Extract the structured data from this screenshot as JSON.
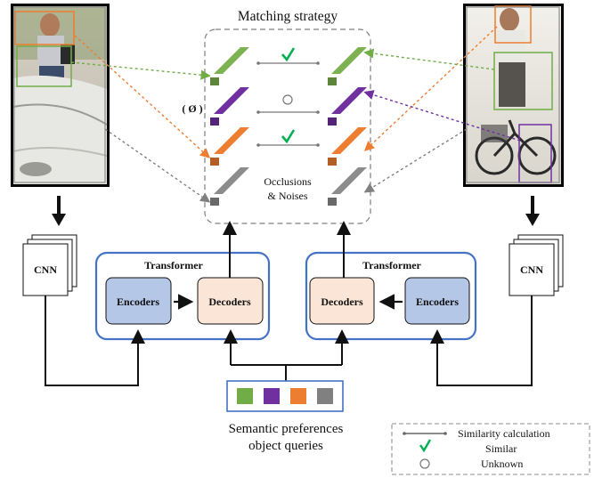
{
  "header": {
    "title": "Matching strategy"
  },
  "match_panel": {
    "empty_mark": "( Ø )",
    "noise_label_line1": "Occlusions",
    "noise_label_line2": "& Noises",
    "rows": [
      {
        "color": "#7cb350",
        "result": "similar"
      },
      {
        "color": "#7030a0",
        "result": "unknown"
      },
      {
        "color": "#ed7d31",
        "result": "similar"
      },
      {
        "color": "#8c8c8c",
        "result": "none"
      }
    ]
  },
  "left_branch": {
    "cnn_label": "CNN",
    "transformer": {
      "title": "Transformer",
      "encoders_label": "Encoders",
      "decoders_label": "Decoders"
    }
  },
  "right_branch": {
    "cnn_label": "CNN",
    "transformer": {
      "title": "Transformer",
      "encoders_label": "Encoders",
      "decoders_label": "Decoders"
    }
  },
  "queries": {
    "colors": [
      "#70ad47",
      "#7030a0",
      "#ed7d31",
      "#808080"
    ],
    "caption_line1": "Semantic preferences",
    "caption_line2": "object queries"
  },
  "legend": {
    "items": [
      {
        "icon": "line-icon",
        "label": "Similarity calculation"
      },
      {
        "icon": "checkmark-icon",
        "label": "Similar"
      },
      {
        "icon": "circle-icon",
        "label": "Unknown"
      }
    ]
  },
  "colors": {
    "transformer_border": "#4472c4",
    "encoder_fill": "#b4c7e7",
    "decoder_fill": "#fbe5d6",
    "check_green": "#00b050"
  }
}
